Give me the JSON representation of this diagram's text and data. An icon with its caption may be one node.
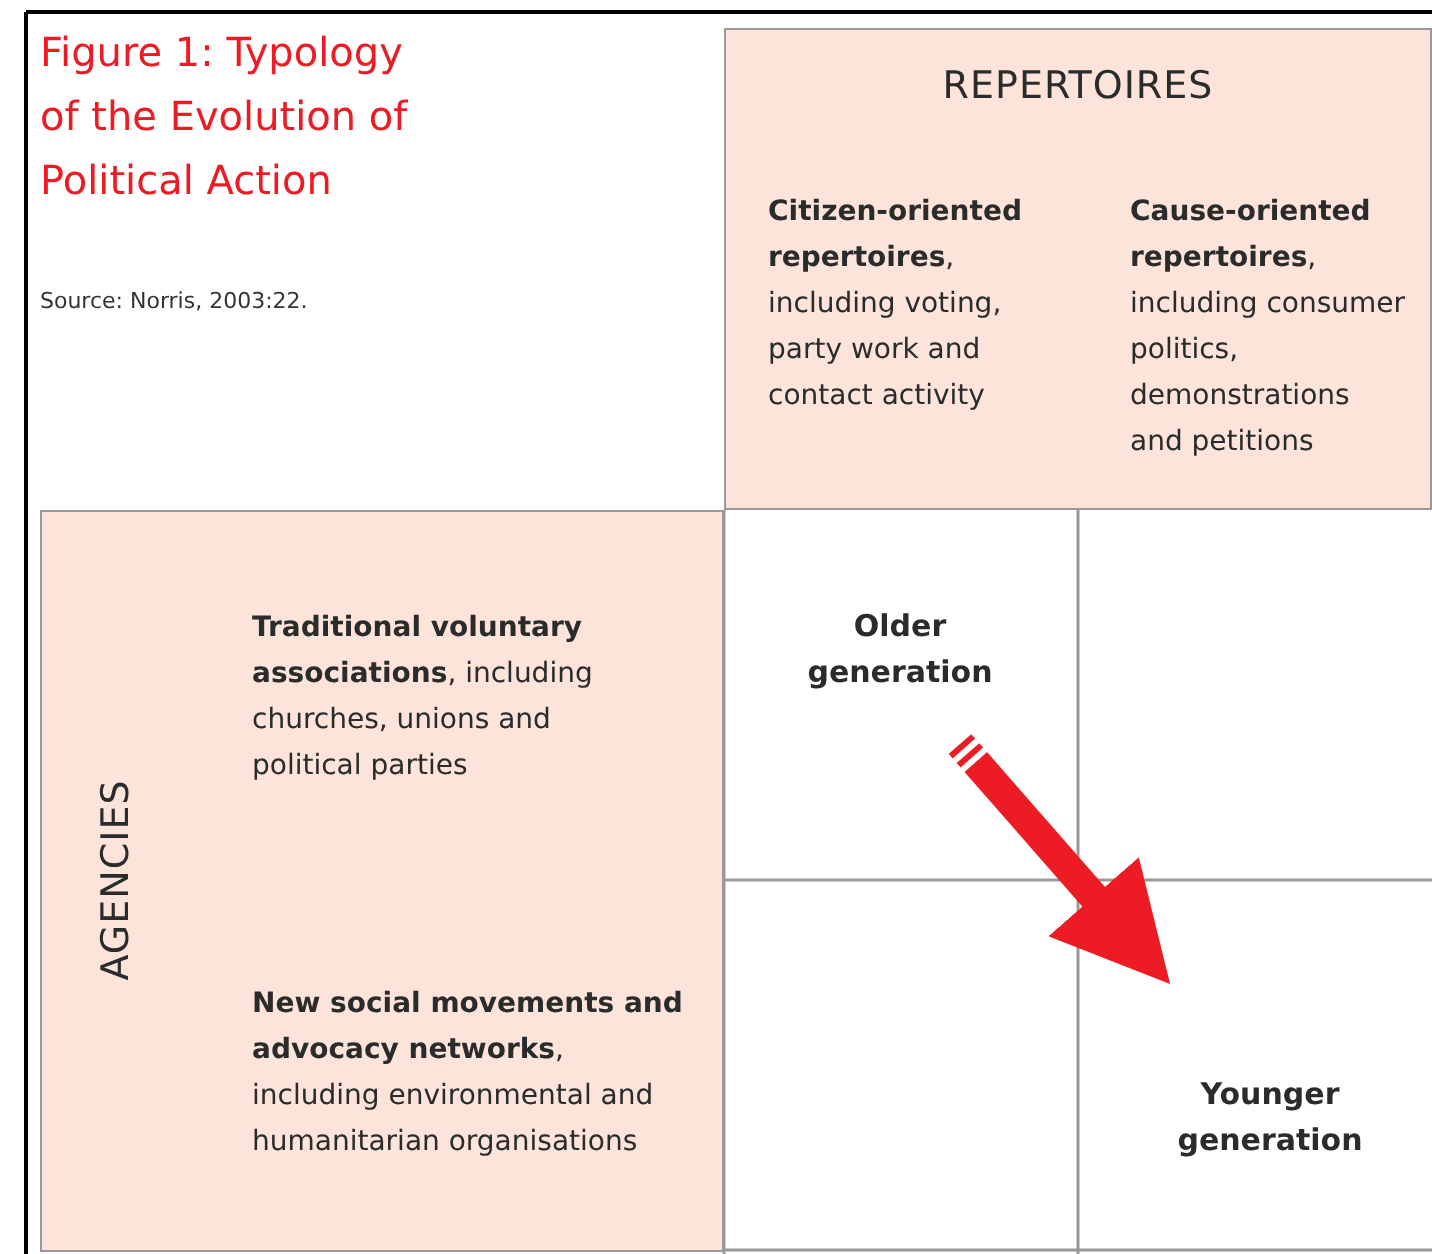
{
  "diagram": {
    "title": "Figure 1: Typology of the Evolution of Political Action",
    "nodes": [
      {
        "text": [
          "REPERTOIRES"
        ]
      },
      {
        "text": [
          "**Citizen-oriented repertoires**, including voting, party work and contact activity"
        ],
        "in": 0
      },
      {
        "text": [
          "**Cause-oriented repertoires**, including consumer politics, demonstrations and petitions"
        ],
        "in": 0
      },
      {
        "text": [
          "AGENCIES"
        ]
      },
      {
        "text": [
          "**Traditional voluntary associations**, including churches, unions and political parties"
        ],
        "in": 3
      },
      {
        "text": [
          "**New social movements and advocacy networks**, including environmental and humanitarian organisations"
        ],
        "in": 3
      },
      {
        "text": [
          "Older generation"
        ]
      },
      {
        "text": [
          "Younger generation"
        ]
      }
    ],
    "edges": [
      {
        "from": 6,
        "to": 7,
        "arrow": "to",
        "color": "#ed1c24"
      }
    ],
    "labels": [
      "Source: Norris, 2003:22."
    ]
  }
}
